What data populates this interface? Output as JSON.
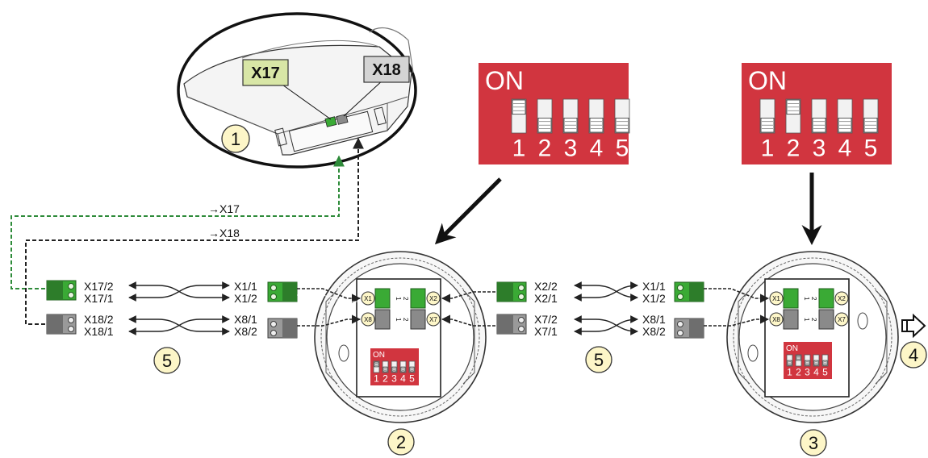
{
  "device": {
    "number": "1",
    "tag_x17": "X17",
    "tag_x18": "X18"
  },
  "wiring": {
    "to_x17": "→X17",
    "to_x18": "→X18",
    "left_group": {
      "in_labels": [
        "X17/2",
        "X17/1",
        "X18/2",
        "X18/1"
      ],
      "out_labels": [
        "X1/1",
        "X1/2",
        "X8/1",
        "X8/2"
      ],
      "number": "5"
    },
    "middle_group": {
      "in_labels": [
        "X2/2",
        "X2/1",
        "X7/2",
        "X7/1"
      ],
      "out_labels": [
        "X1/1",
        "X1/2",
        "X8/1",
        "X8/2"
      ],
      "number": "5"
    }
  },
  "sensor_2": {
    "number": "2",
    "dip_on": "ON",
    "switch_numbers": [
      "1",
      "2",
      "3",
      "4",
      "5"
    ],
    "switch_on": [
      true,
      false,
      false,
      false,
      false
    ],
    "terminals": [
      "X1",
      "X2",
      "X8",
      "X7"
    ],
    "pin_labels": [
      "1",
      "2"
    ]
  },
  "sensor_3": {
    "number": "3",
    "dip_on": "ON",
    "switch_numbers": [
      "1",
      "2",
      "3",
      "4",
      "5"
    ],
    "switch_on": [
      false,
      true,
      false,
      false,
      false
    ],
    "terminals": [
      "X1",
      "X2",
      "X8",
      "X7"
    ],
    "pin_labels": [
      "1",
      "2"
    ]
  },
  "continuation": {
    "number": "4"
  },
  "colors": {
    "dip_red": "#d1353f",
    "green": "#3aaa35",
    "green_dark": "#2d7d2a",
    "grey": "#9a9a9a",
    "grey_dark": "#5a5a5a",
    "callout_fill": "#fdf6c8",
    "wire_green": "#2e8b3a",
    "wire_black": "#222222"
  }
}
